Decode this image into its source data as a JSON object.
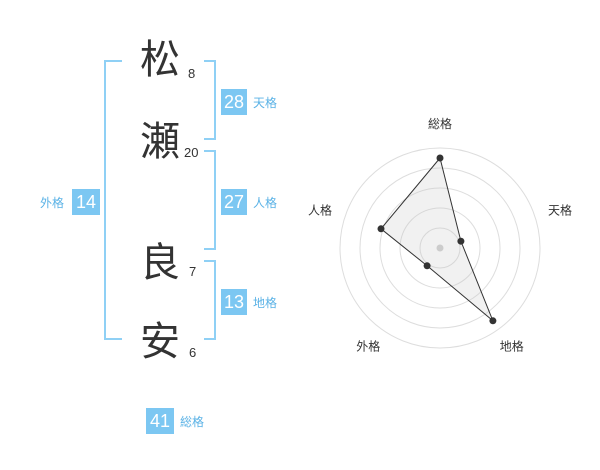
{
  "name": {
    "chars": [
      {
        "char": "松",
        "strokes": "8"
      },
      {
        "char": "瀬",
        "strokes": "20"
      },
      {
        "char": "良",
        "strokes": "7"
      },
      {
        "char": "安",
        "strokes": "6"
      }
    ]
  },
  "fortune": {
    "tenkaku": {
      "value": "28",
      "label": "天格"
    },
    "jinkaku": {
      "value": "27",
      "label": "人格"
    },
    "chikaku": {
      "value": "13",
      "label": "地格"
    },
    "gaikaku": {
      "value": "14",
      "label": "外格"
    },
    "soukaku": {
      "value": "41",
      "label": "総格"
    }
  },
  "colors": {
    "accent": "#7cc7f2",
    "bracket": "#8fd0f5",
    "label": "#5ab2e6",
    "text": "#333333"
  },
  "chart_data": {
    "type": "radar",
    "axes": [
      "総格",
      "天格",
      "地格",
      "外格",
      "人格"
    ],
    "values": [
      0.9,
      0.22,
      0.9,
      0.22,
      0.62
    ],
    "range": [
      0,
      1
    ],
    "rings": 5
  }
}
